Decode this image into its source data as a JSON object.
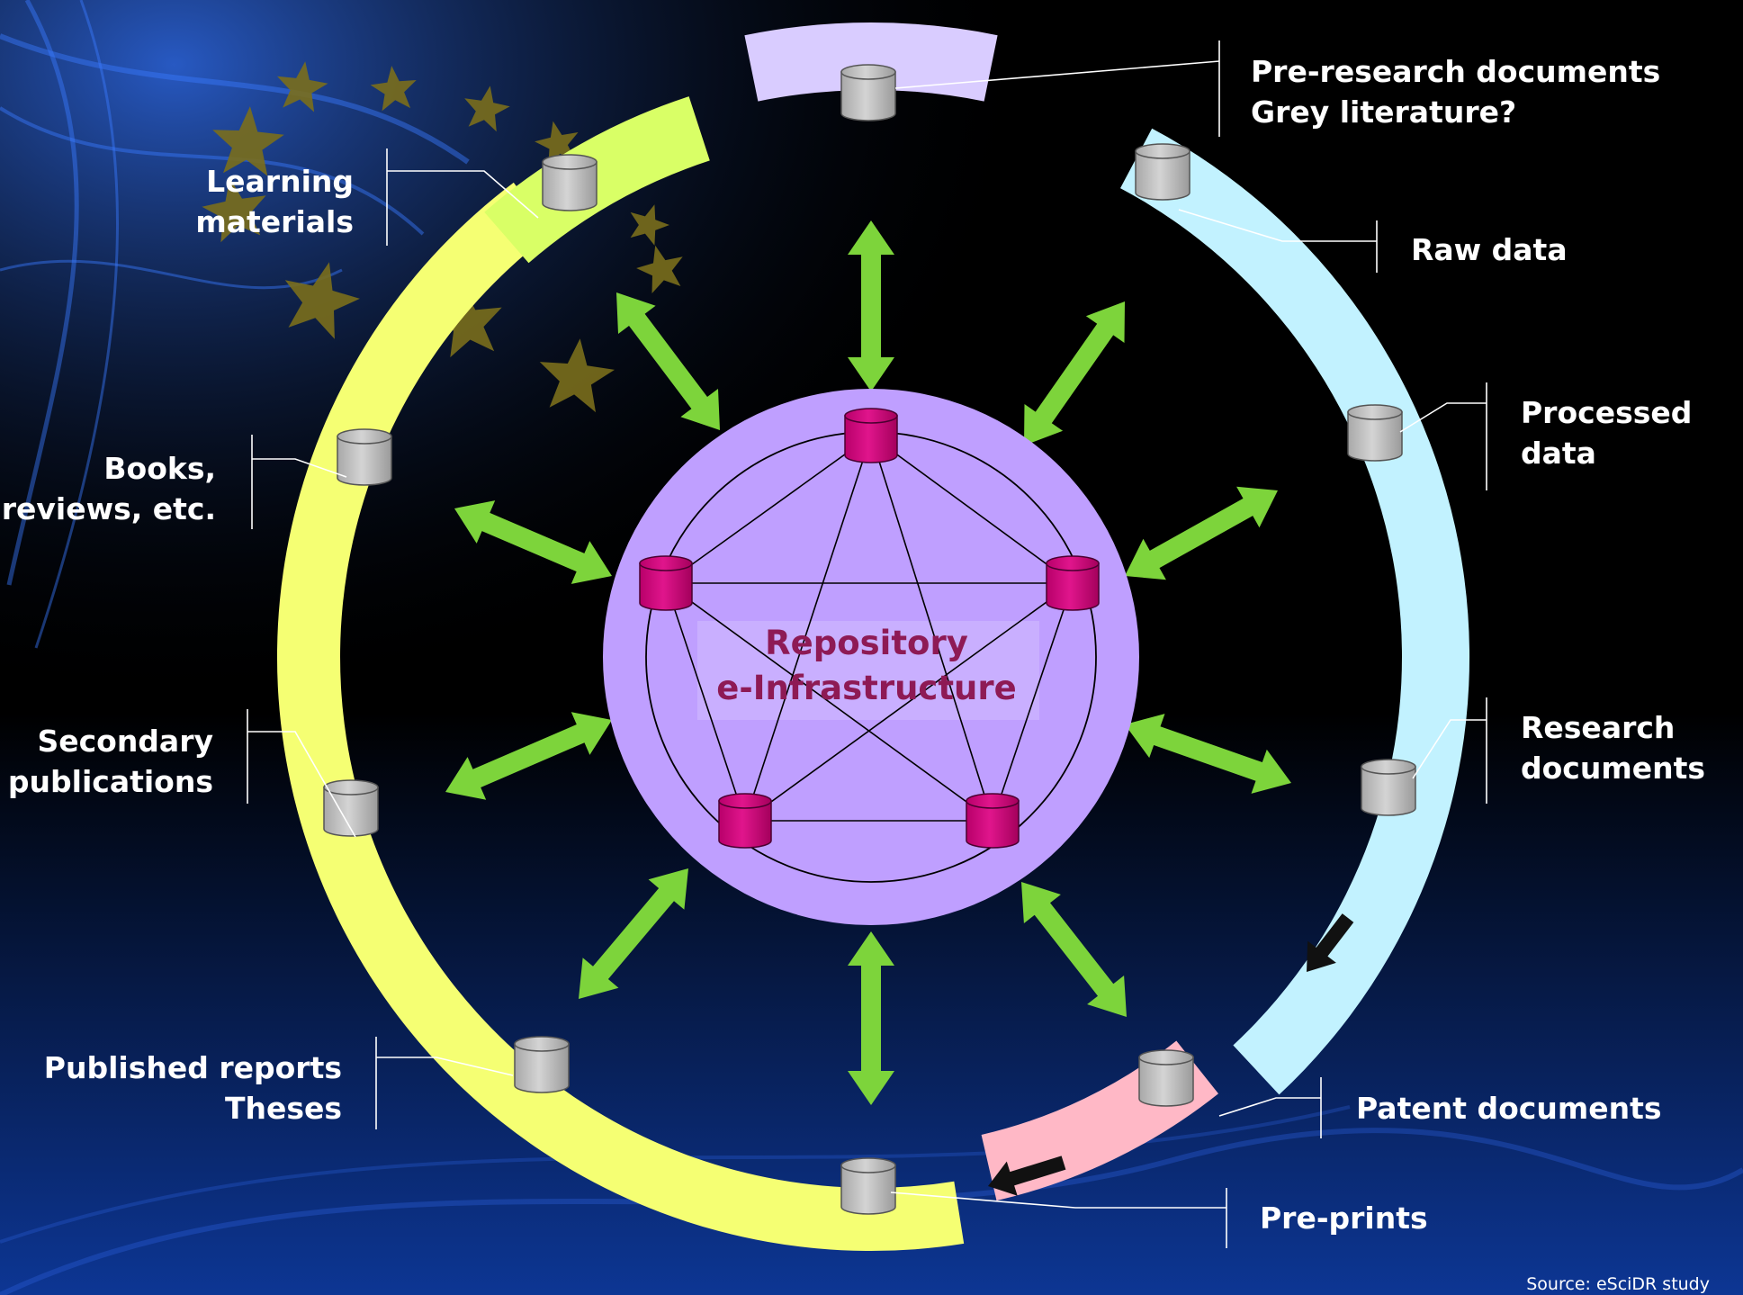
{
  "center": {
    "title_line1": "Repository",
    "title_line2": "e-Infrastructure"
  },
  "labels": {
    "pre_research": {
      "line1": "Pre-research documents",
      "line2": "Grey literature?"
    },
    "raw_data": {
      "line1": "Raw data"
    },
    "processed_data": {
      "line1": "Processed",
      "line2": "data"
    },
    "research_documents": {
      "line1": "Research",
      "line2": "documents"
    },
    "patent_documents": {
      "line1": "Patent documents"
    },
    "pre_prints": {
      "line1": "Pre-prints"
    },
    "published_reports": {
      "line1": "Published reports",
      "line2": "Theses"
    },
    "secondary_publications": {
      "line1": "Secondary",
      "line2": "publications"
    },
    "books_reviews": {
      "line1": "Books,",
      "line2": "reviews, etc."
    },
    "learning_materials": {
      "line1": "Learning",
      "line2": "materials"
    }
  },
  "source": "Source: eSciDR study",
  "colors": {
    "background_top": "#000000",
    "background_bottom": "#0d3694",
    "lavender_segment": "#d9ccff",
    "cyan_segment": "#c2f2ff",
    "pink_segment": "#ffb8c6",
    "yellow_segment": "#f5ff73",
    "lime_segment": "#d9ff66",
    "center_circle": "#bf9fff",
    "arrow": "#7dd43b",
    "node": "#cc0077",
    "database": "#bdbdbd",
    "star": "#7a6e1c"
  }
}
